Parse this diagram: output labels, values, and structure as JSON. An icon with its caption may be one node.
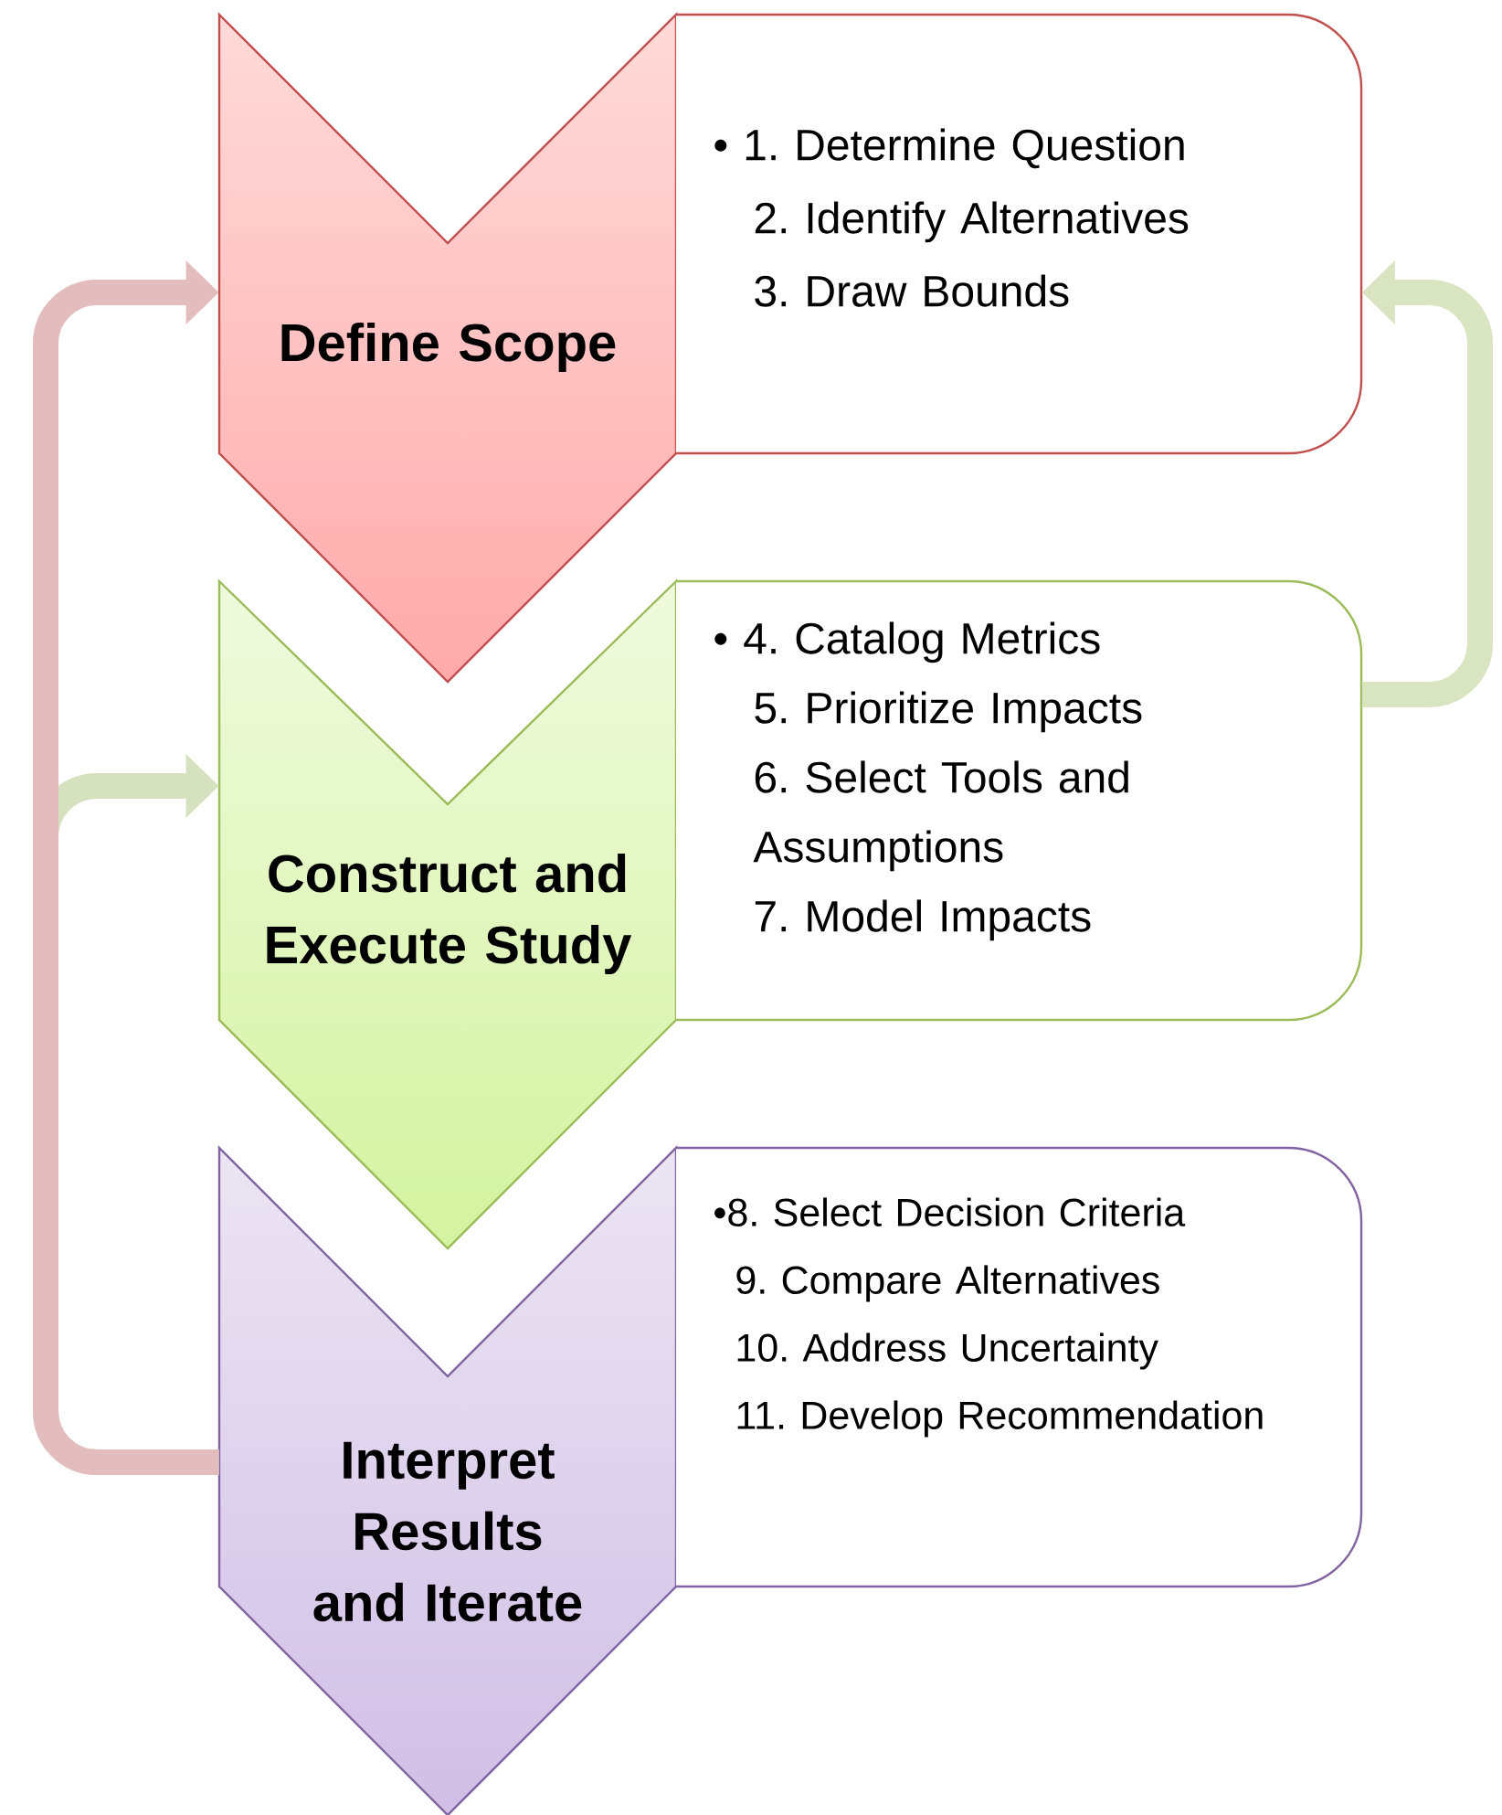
{
  "diagram": {
    "nodes": [
      {
        "text": [
          "Define Scope"
        ]
      },
      {
        "text": [
          "• 1. Determine Question",
          "2. Identify Alternatives",
          "3. Draw Bounds"
        ]
      },
      {
        "text": [
          "Construct and Execute Study"
        ]
      },
      {
        "text": [
          "• 4. Catalog Metrics",
          "5. Prioritize Impacts",
          "6. Select Tools and Assumptions",
          "7. Model Impacts"
        ]
      },
      {
        "text": [
          "Interpret Results and Iterate"
        ]
      },
      {
        "text": [
          "•8. Select Decision Criteria",
          "9. Compare Alternatives",
          "10. Address Uncertainty",
          "11. Develop Recommendation"
        ]
      }
    ],
    "edges": [
      {
        "from": 4,
        "to": 2,
        "arrow": "to",
        "color": "#d6e1bf"
      },
      {
        "from": 4,
        "to": 0,
        "arrow": "to",
        "color": "#e3bdbd"
      },
      {
        "from": 3,
        "to": 1,
        "arrow": "to",
        "color": "#d9e4c0"
      }
    ]
  }
}
